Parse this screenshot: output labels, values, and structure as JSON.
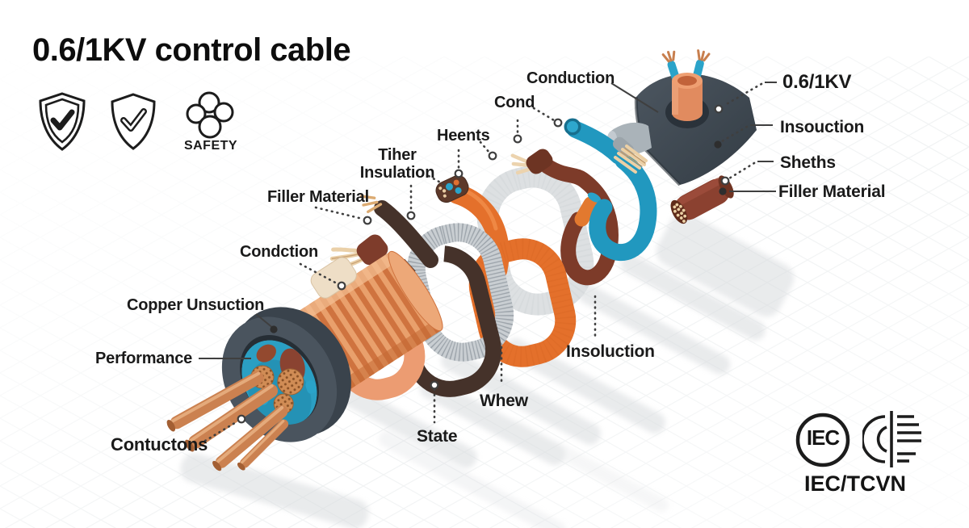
{
  "title": "0.6/1KV control cable",
  "badges": {
    "safety": "SAFETY"
  },
  "labels": {
    "conduction": "Conduction",
    "cond": "Cond",
    "heents": "Heents",
    "tiher_line1": "Tiher",
    "tiher_line2": "Insulation",
    "filler_material_left": "Filler Material",
    "condction": "Condction",
    "copper_unsuction": "Copper Unsuction",
    "performance": "Performance",
    "contuctons": "Contuctons",
    "kv": "0.6/1KV",
    "insouction": "Insouction",
    "sheths": "Sheths",
    "filler_material_right": "Filler Material",
    "insoluction": "Insoluction",
    "whew": "Whew",
    "state": "State"
  },
  "certifications": {
    "iec_badge": "IEC",
    "standard": "IEC/TCVN"
  },
  "icons": {
    "shield_check": "shield-with-bold-checkmark",
    "shield_check_outline": "shield-with-outline-checkmark",
    "safety_circles": "cluster-of-circles",
    "iec_logo": "IEC-round-logo",
    "tcvn_logo": "TCVN-striped-circle-logo"
  },
  "colors": {
    "orange": "#e4702b",
    "salmon": "#ec9c72",
    "copper": "#cf8a52",
    "slate_jacket": "#4a545e",
    "blue_cable": "#2198bf",
    "teal": "#2aa3c9",
    "brown": "#8b4130",
    "dark_brown": "#45322a",
    "red_brown": "#7d3b29",
    "silver_braid": "#c9ced2",
    "light_gray_loop": "#dde0e2",
    "cream_strand": "#ecd3ae",
    "label_text": "#1a1a1a"
  }
}
